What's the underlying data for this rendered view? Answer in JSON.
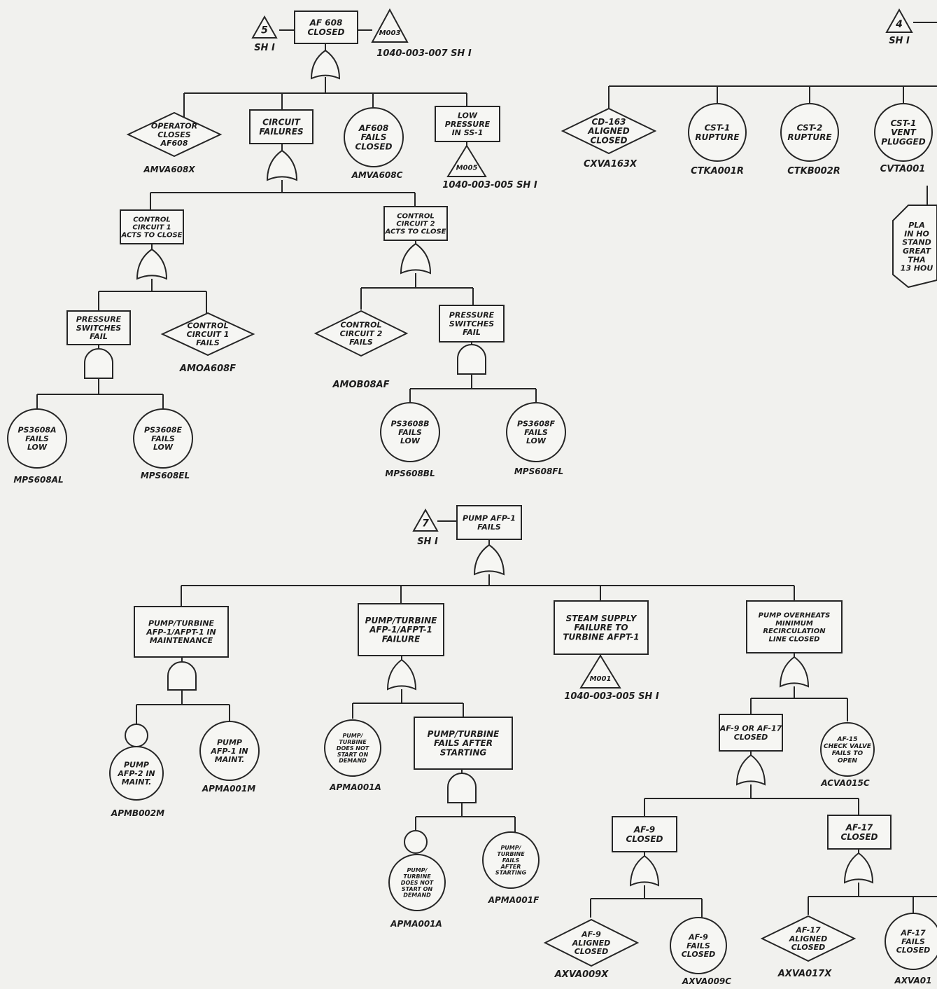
{
  "diagram": {
    "top_left_tree": {
      "top_event": [
        "AF 608",
        "CLOSED"
      ],
      "transfer_in": "5",
      "transfer_in_sheet": "SH I",
      "transfer_out": "M003",
      "transfer_out_ref": "1040-003-007 SH I",
      "operator": {
        "text": [
          "OPERATOR",
          "CLOSES",
          "AF608"
        ],
        "code": "AMVA608X"
      },
      "circuit_failures": [
        "CIRCUIT",
        "FAILURES"
      ],
      "af608_fails": {
        "text": [
          "AF608",
          "FAILS",
          "CLOSED"
        ],
        "code": "AMVA608C"
      },
      "low_pressure": {
        "text": [
          "LOW",
          "PRESSURE",
          "IN SS-1"
        ],
        "transfer": "M005",
        "ref": "1040-003-005 SH I"
      },
      "cc1": [
        "CONTROL",
        "CIRCUIT 1",
        "ACTS TO CLOSE"
      ],
      "cc2": [
        "CONTROL",
        "CIRCUIT 2",
        "ACTS TO CLOSE"
      ],
      "ps1": [
        "PRESSURE",
        "SWITCHES",
        "FAIL"
      ],
      "cc1_fails": {
        "text": [
          "CONTROL",
          "CIRCUIT 1",
          "FAILS"
        ],
        "code": "AMOA608F"
      },
      "cc2_fails": {
        "text": [
          "CONTROL",
          "CIRCUIT 2",
          "FAILS"
        ],
        "code": "AMOB08AF"
      },
      "ps2": [
        "PRESSURE",
        "SWITCHES",
        "FAIL"
      ],
      "ps608a": {
        "text": [
          "PS3608A",
          "FAILS",
          "LOW"
        ],
        "code": "MPS608AL"
      },
      "ps608e": {
        "text": [
          "PS3608E",
          "FAILS",
          "LOW"
        ],
        "code": "MPS608EL"
      },
      "ps608b": {
        "text": [
          "PS3608B",
          "FAILS",
          "LOW"
        ],
        "code": "MPS608BL"
      },
      "ps608f": {
        "text": [
          "PS3608F",
          "FAILS",
          "LOW"
        ],
        "code": "MPS608FL"
      }
    },
    "top_right_tree": {
      "transfer_in": "4",
      "transfer_in_sheet": "SH I",
      "cd163": {
        "text": [
          "CD-163",
          "ALIGNED",
          "CLOSED"
        ],
        "code": "CXVA163X"
      },
      "cst1": {
        "text": [
          "CST-1",
          "RUPTURE"
        ],
        "code": "CTKA001R"
      },
      "cst2": {
        "text": [
          "CST-2",
          "RUPTURE"
        ],
        "code": "CTKB002R"
      },
      "cst1vent": {
        "text": [
          "CST-1",
          "VENT",
          "PLUGGED"
        ],
        "code": "CVTA001"
      },
      "plant": [
        "PLA",
        "IN HO",
        "STAND",
        "GREAT",
        "THA",
        "13 HOU"
      ]
    },
    "bottom_tree": {
      "top_event": [
        "PUMP AFP-1",
        "FAILS"
      ],
      "transfer_in": "7",
      "transfer_in_sheet": "SH I",
      "maint": [
        "PUMP/TURBINE",
        "AFP-1/AFPT-1 IN",
        "MAINTENANCE"
      ],
      "failure": [
        "PUMP/TURBINE",
        "AFP-1/AFPT-1",
        "FAILURE"
      ],
      "steam": {
        "text": [
          "STEAM SUPPLY",
          "FAILURE TO",
          "TURBINE AFPT-1"
        ],
        "transfer": "M001",
        "ref": "1040-003-005 SH I"
      },
      "overheats": [
        "PUMP OVERHEATS",
        "MINIMUM",
        "RECIRCULATION",
        "LINE CLOSED"
      ],
      "afp2": {
        "text": [
          "PUMP",
          "AFP-2 IN",
          "MAINT."
        ],
        "code": "APMB002M"
      },
      "afp1": {
        "text": [
          "PUMP",
          "AFP-1 IN",
          "MAINT."
        ],
        "code": "APMA001M"
      },
      "nostart1": {
        "text": [
          "PUMP/",
          "TURBINE",
          "DOES NOT",
          "START ON",
          "DEMAND"
        ],
        "code": "APMA001A"
      },
      "after_start": [
        "PUMP/TURBINE",
        "FAILS AFTER",
        "STARTING"
      ],
      "nostart2": {
        "text": [
          "PUMP/",
          "TURBINE",
          "DOES NOT",
          "START ON",
          "DEMAND"
        ],
        "code": "APMA001A"
      },
      "fails_after": {
        "text": [
          "PUMP/",
          "TURBINE",
          "FAILS",
          "AFTER",
          "STARTING"
        ],
        "code": "APMA001F"
      },
      "af9_or_af17": [
        "AF-9 OR AF-17",
        "CLOSED"
      ],
      "af15": {
        "text": [
          "AF-15",
          "CHECK VALVE",
          "FAILS TO",
          "OPEN"
        ],
        "code": "ACVA015C"
      },
      "af9": [
        "AF-9",
        "CLOSED"
      ],
      "af17": [
        "AF-17",
        "CLOSED"
      ],
      "af9_aligned": {
        "text": [
          "AF-9",
          "ALIGNED",
          "CLOSED"
        ],
        "code": "AXVA009X"
      },
      "af9_fails": {
        "text": [
          "AF-9",
          "FAILS",
          "CLOSED"
        ],
        "code": "AXVA009C"
      },
      "af17_aligned": {
        "text": [
          "AF-17",
          "ALIGNED",
          "CLOSED"
        ],
        "code": "AXVA017X"
      },
      "af17_fails": {
        "text": [
          "AF-17",
          "FAILS",
          "CLOSED"
        ],
        "code": "AXVA01"
      }
    }
  }
}
